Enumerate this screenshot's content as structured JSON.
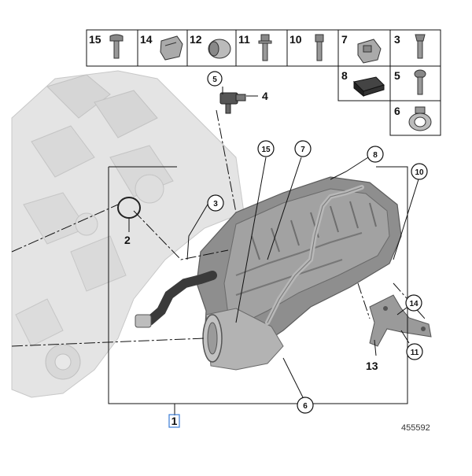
{
  "parts_table": {
    "row1": [
      {
        "num": "15",
        "icon": "bolt-icon"
      },
      {
        "num": "14",
        "icon": "clip-nut-icon"
      },
      {
        "num": "12",
        "icon": "bushing-icon"
      },
      {
        "num": "11",
        "icon": "flange-bolt-icon"
      },
      {
        "num": "10",
        "icon": "bolt-icon"
      },
      {
        "num": "7",
        "icon": "clip-nut-icon"
      },
      {
        "num": "3",
        "icon": "screw-icon"
      }
    ],
    "row2": [
      {
        "num": "8",
        "icon": "rubber-pad-icon"
      },
      {
        "num": "5",
        "icon": "screw-icon"
      }
    ],
    "row3": [
      {
        "num": "6",
        "icon": "clamp-icon"
      }
    ]
  },
  "callouts": {
    "c1": "1",
    "c2": "2",
    "c3": "3",
    "c4": "4",
    "c5": "5",
    "c6": "6",
    "c7": "7",
    "c8": "8",
    "c10": "10",
    "c11": "11",
    "c13": "13",
    "c14": "14",
    "c15": "15"
  },
  "diagram_id": "455592",
  "colors": {
    "line": "#111111",
    "engine": "#e2e2e2",
    "manifold": "#8d8d8d",
    "hose": "#3a3a3a",
    "highlight": "#3a7bd5"
  }
}
